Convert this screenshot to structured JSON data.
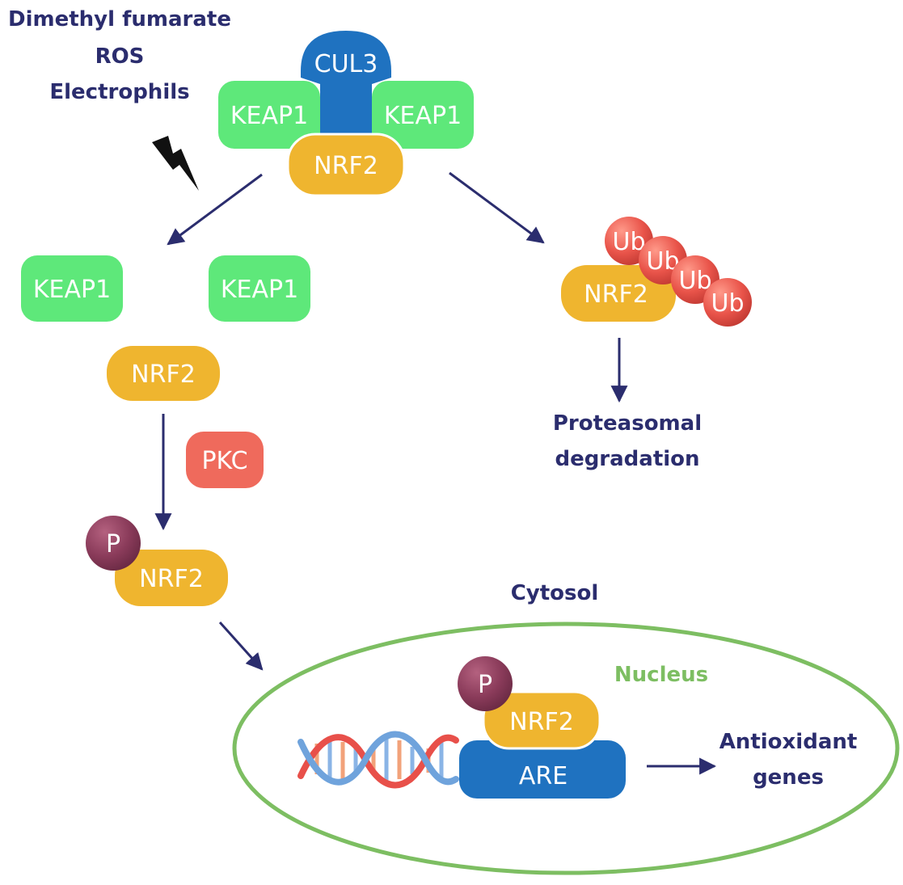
{
  "stressors": {
    "line1": "Dimethyl fumarate",
    "line2": "ROS",
    "line3": "Electrophils"
  },
  "complex": {
    "cul3": "CUL3",
    "keap1_left": "KEAP1",
    "keap1_right": "KEAP1",
    "nrf2": "NRF2"
  },
  "dissociated": {
    "keap1_a": "KEAP1",
    "keap1_b": "KEAP1",
    "nrf2": "NRF2"
  },
  "pkc": "PKC",
  "phospho": {
    "p": "P",
    "nrf2": "NRF2"
  },
  "ubiquitin": {
    "ub1": "Ub",
    "ub2": "Ub",
    "ub3": "Ub",
    "ub4": "Ub",
    "nrf2": "NRF2"
  },
  "degradation": {
    "line1": "Proteasomal",
    "line2": "degradation"
  },
  "cytosol": "Cytosol",
  "nucleus": {
    "label": "Nucleus",
    "p": "P",
    "nrf2": "NRF2",
    "are": "ARE"
  },
  "output": {
    "line1": "Antioxidant",
    "line2": "genes"
  },
  "colors": {
    "navy": "#2b2d6e",
    "keap1_green": "#5ee87a",
    "nrf2_orange": "#efb52f",
    "cul3_blue": "#1f72c0",
    "are_blue": "#1f72c0",
    "pkc_red": "#ef6a5c",
    "ub_red": "#e9544a",
    "phospho_purple": "#8a3b5a",
    "nucleus_green": "#7dbe62"
  }
}
